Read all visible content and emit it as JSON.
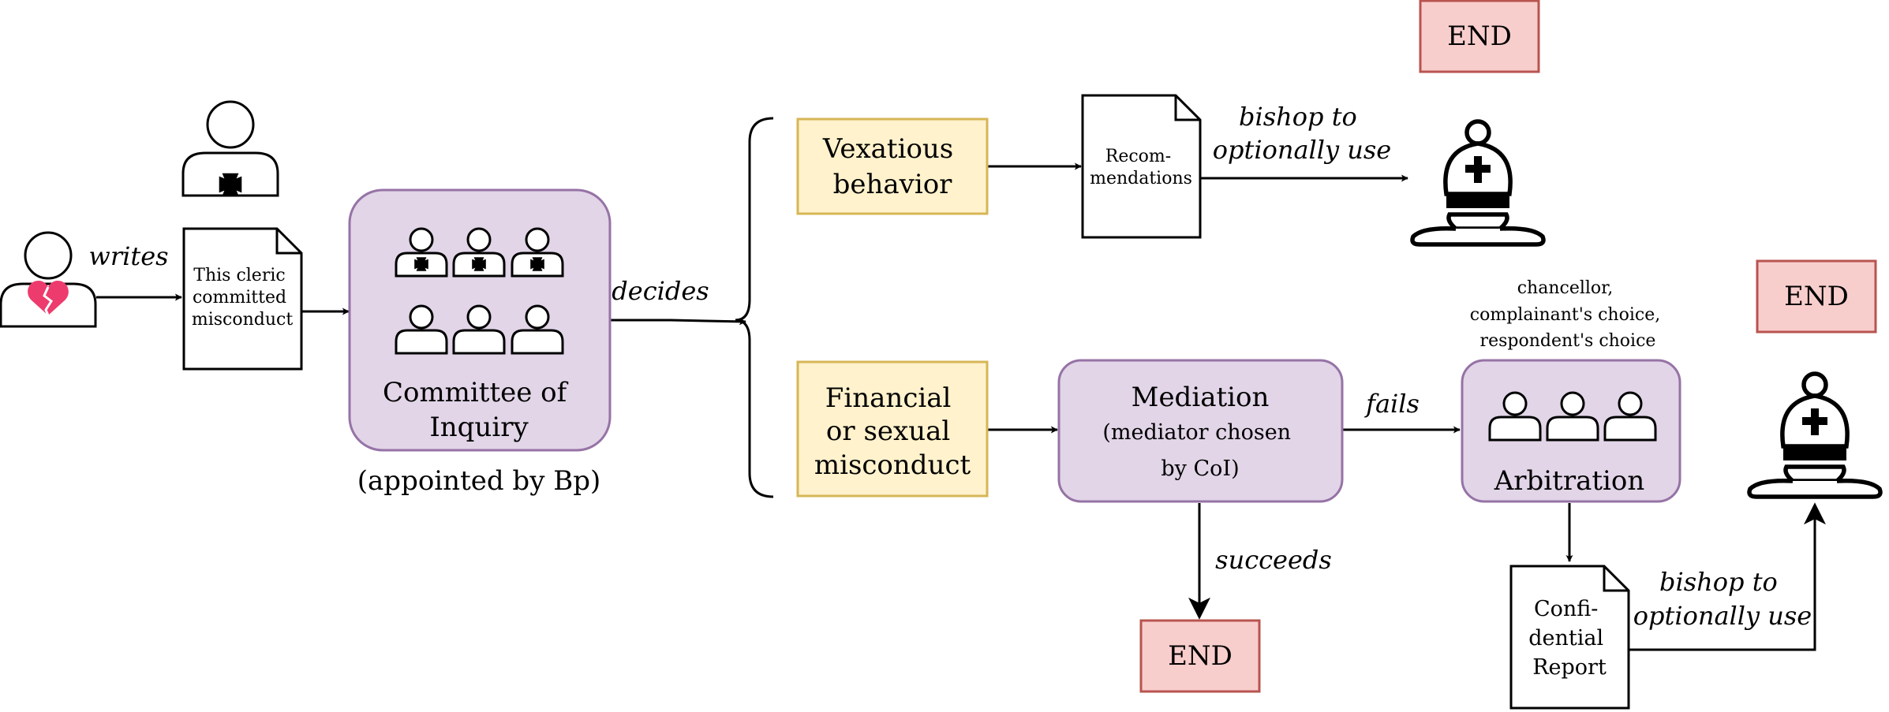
{
  "colors": {
    "purple_fill": "#e1d5e7",
    "purple_stroke": "#9673a6",
    "yellow_fill": "#fff2cc",
    "yellow_stroke": "#d6b656",
    "red_fill": "#f8cecc",
    "red_stroke": "#b85450",
    "heart": "#ed3b6d"
  },
  "icons": [
    "person-icon",
    "broken-heart-icon",
    "cleric-icon",
    "cross-pattee-icon",
    "bishop-chess-piece-icon",
    "document-icon"
  ],
  "complainant": {
    "edge_label": "writes"
  },
  "complaint_doc": {
    "lines": [
      "This cleric",
      "committed",
      "misconduct"
    ]
  },
  "committee": {
    "lines": [
      "Committee of",
      "Inquiry"
    ],
    "note": "(appointed by Bp)"
  },
  "decision": {
    "edge_label": "decides"
  },
  "vexatious": {
    "lines": [
      "Vexatious",
      "behavior"
    ],
    "doc_lines": [
      "Recom-",
      "mendations"
    ],
    "edge_lines": [
      "bishop to",
      "optionally use"
    ],
    "end": "END"
  },
  "misconduct": {
    "lines": [
      "Financial",
      "or sexual",
      "misconduct"
    ]
  },
  "mediation": {
    "title": "Mediation",
    "sub_lines": [
      "(mediator chosen",
      "by CoI)"
    ],
    "success_label": "succeeds",
    "success_end": "END",
    "fail_label": "fails"
  },
  "arbitration": {
    "title": "Arbitration",
    "panel_lines": [
      "chancellor,",
      "complainant's choice,",
      "respondent's choice"
    ],
    "doc_lines": [
      "Confi-",
      "dential",
      "Report"
    ],
    "edge_lines": [
      "bishop to",
      "optionally use"
    ],
    "end": "END"
  }
}
